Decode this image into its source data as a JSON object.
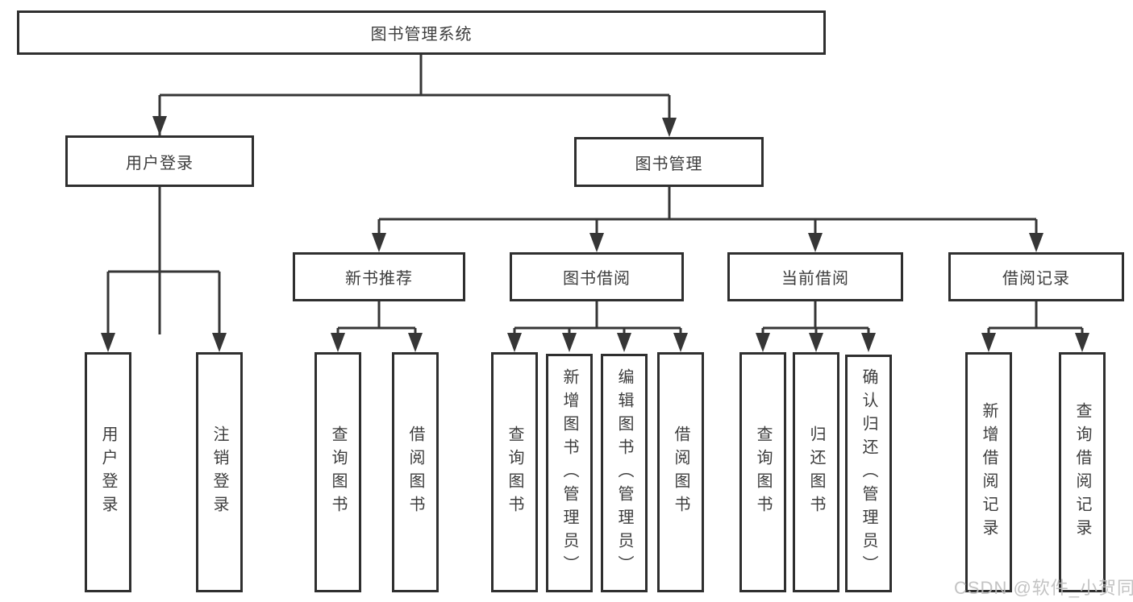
{
  "diagram_title": "图书管理系统",
  "tree": {
    "label": "图书管理系统",
    "children": [
      {
        "label": "用户登录",
        "children": [
          {
            "label": "用户登录"
          },
          {
            "label": "注销登录"
          }
        ]
      },
      {
        "label": "图书管理",
        "children": [
          {
            "label": "新书推荐",
            "children": [
              {
                "label": "查询图书"
              },
              {
                "label": "借阅图书"
              }
            ]
          },
          {
            "label": "图书借阅",
            "children": [
              {
                "label": "查询图书"
              },
              {
                "label": "新增图书（管理员）"
              },
              {
                "label": "编辑图书（管理员）"
              },
              {
                "label": "借阅图书"
              }
            ]
          },
          {
            "label": "当前借阅",
            "children": [
              {
                "label": "查询图书"
              },
              {
                "label": "归还图书"
              },
              {
                "label": "确认归还（管理员）"
              }
            ]
          },
          {
            "label": "借阅记录",
            "children": [
              {
                "label": "新增借阅记录"
              },
              {
                "label": "查询借阅记录"
              }
            ]
          }
        ]
      }
    ]
  },
  "watermark": "CSDN @软件_小贺同学",
  "colors": {
    "line": "#363636",
    "box_border": "#2f2f2f",
    "text": "#3d3d3d",
    "watermark": "#bdbdbd",
    "background": "#ffffff"
  }
}
